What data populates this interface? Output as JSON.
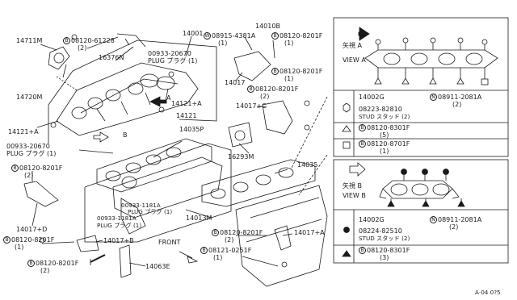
{
  "labels": {
    "p14711M": "14711M",
    "p08120_61228": "08120-61228",
    "p08120_61228_qty": "(2)",
    "p16376N": "16376N",
    "p14001": "14001",
    "p00933_20670_top": "00933-20670",
    "plug_top": "PLUG プラグ (1)",
    "p14720M": "14720M",
    "p14121A_right": "14121+A",
    "p14121": "14121",
    "arrowA": "A",
    "arrowB": "B",
    "p14121A_left": "14121+A",
    "p00933_20670_left": "00933-20670",
    "plug_left": "PLUG プラグ (1)",
    "p14035P": "14035P",
    "p08915_4381A": "08915-4381A",
    "p08915_4381A_qty": "(1)",
    "p14010B": "14010B",
    "p08120_8201F_a": "08120-8201F",
    "p08120_8201F_a_qty": "(1)",
    "p08120_8201F_b": "08120-8201F",
    "p08120_8201F_b_qty": "(1)",
    "p14017": "14017",
    "p08120_8201F_c": "08120-8201F",
    "p08120_8201F_c_qty": "(2)",
    "p14017C": "14017+C",
    "p16293M": "16293M",
    "p14035": "14035",
    "p08120_8201F_d": "08120-8201F",
    "p08120_8201F_d_qty": "(2)",
    "p00933_1181A_a": "00933-1181A",
    "plug_1181A_a": "PLUG プラグ (1)",
    "p00933_1181A_b": "00933-1181A",
    "plug_1181A_b": "PLUG プラグ (1)",
    "p14013M": "14013M",
    "p14017D": "14017+D",
    "p08120_8201F_e": "08120-8201F",
    "p08120_8201F_e_qty": "(1)",
    "p14017B": "14017+B",
    "p08120_8201F_f": "08120-8201F",
    "p08120_8201F_f_qty": "(2)",
    "p14063E": "14063E",
    "p08120_8201F_g": "08120-8201F",
    "p08120_8201F_g_qty": "(2)",
    "p08121_0251F": "08121-0251F",
    "p08121_0251F_qty": "(1)",
    "p14017A": "14017+A",
    "front": "FRONT",
    "circle_b": "B",
    "circle_n": "N",
    "circle_w": "W"
  },
  "viewA": {
    "title_jp": "矢視 A",
    "title_en": "VIEW A",
    "rows": [
      {
        "part": "14002G",
        "ref": "08911-2081A",
        "ref_qty": "(2)",
        "stud": "08223-82810",
        "stud_note": "STUD スタッド (2)"
      },
      {
        "part": "08120-8301F",
        "qty": "(5)"
      },
      {
        "part": "08120-8701F",
        "qty": "(1)"
      }
    ]
  },
  "viewB": {
    "title_jp": "矢視 B",
    "title_en": "VIEW B",
    "rows": [
      {
        "part": "14002G",
        "ref": "08911-2081A",
        "ref_qty": "(2)",
        "stud": "08224-82510",
        "stud_note": "STUD スタッド (2)"
      },
      {
        "part": "08120-8301F",
        "qty": "(3)"
      }
    ]
  },
  "footer_code": "A·04 0?5"
}
